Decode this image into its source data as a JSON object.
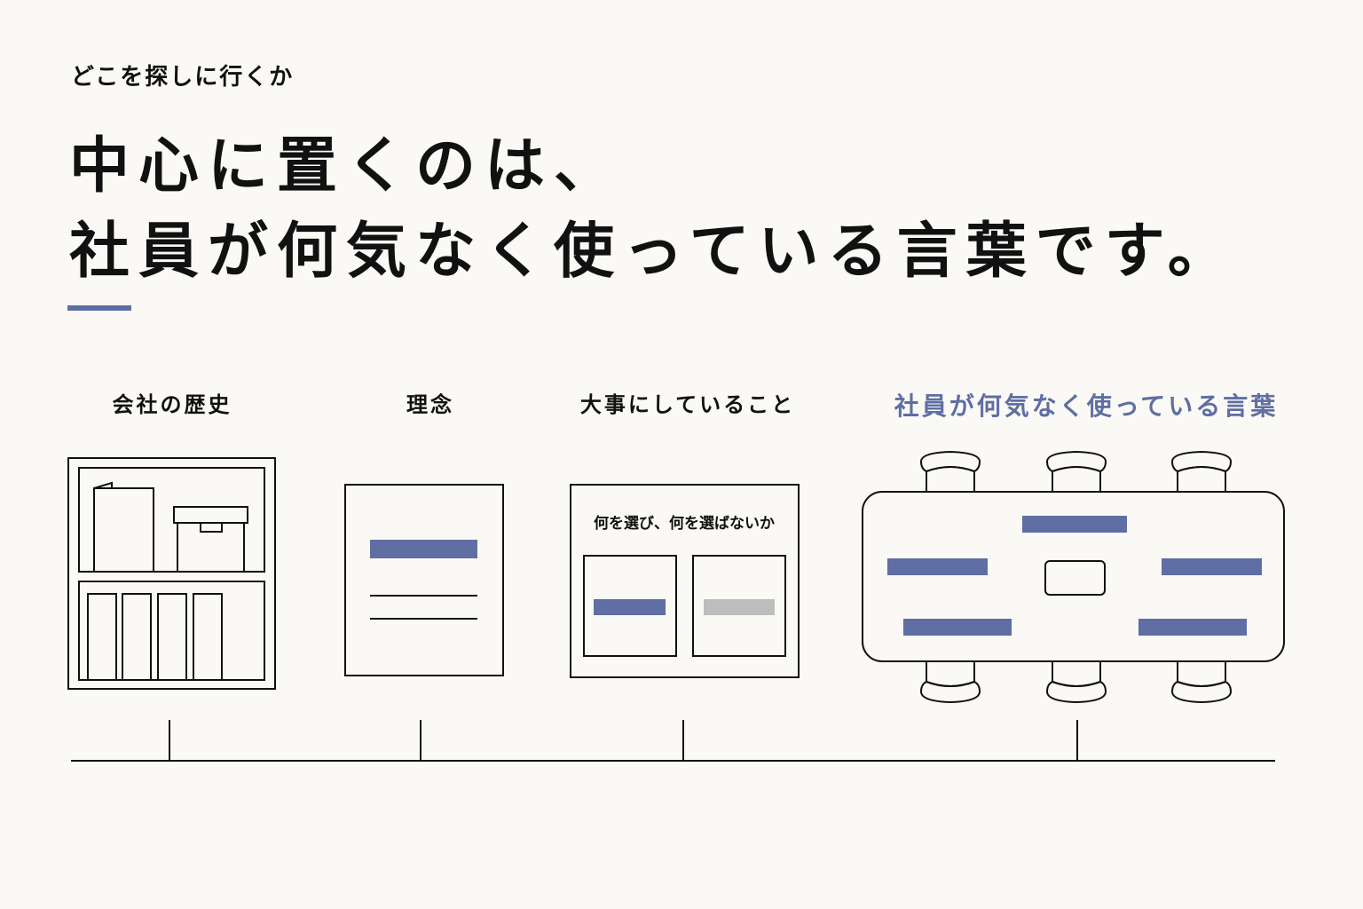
{
  "header": {
    "eyebrow": "どこを探しに行くか",
    "headline_line1": "中心に置くのは、",
    "headline_line2": "社員が何気なく使っている言葉です。"
  },
  "columns": [
    {
      "label": "会社の歴史"
    },
    {
      "label": "理念"
    },
    {
      "label": "大事にしていること",
      "card_caption": "何を選び、何を選ばないか"
    },
    {
      "label": "社員が何気なく使っている言葉"
    }
  ],
  "colors": {
    "accent": "#5f6ea3",
    "ink": "#111111",
    "muted": "#bdbdbd",
    "background": "#fbf9f5"
  },
  "icons": [
    "bookshelf-icon",
    "document-icon",
    "choice-card-icon",
    "meeting-table-icon"
  ]
}
